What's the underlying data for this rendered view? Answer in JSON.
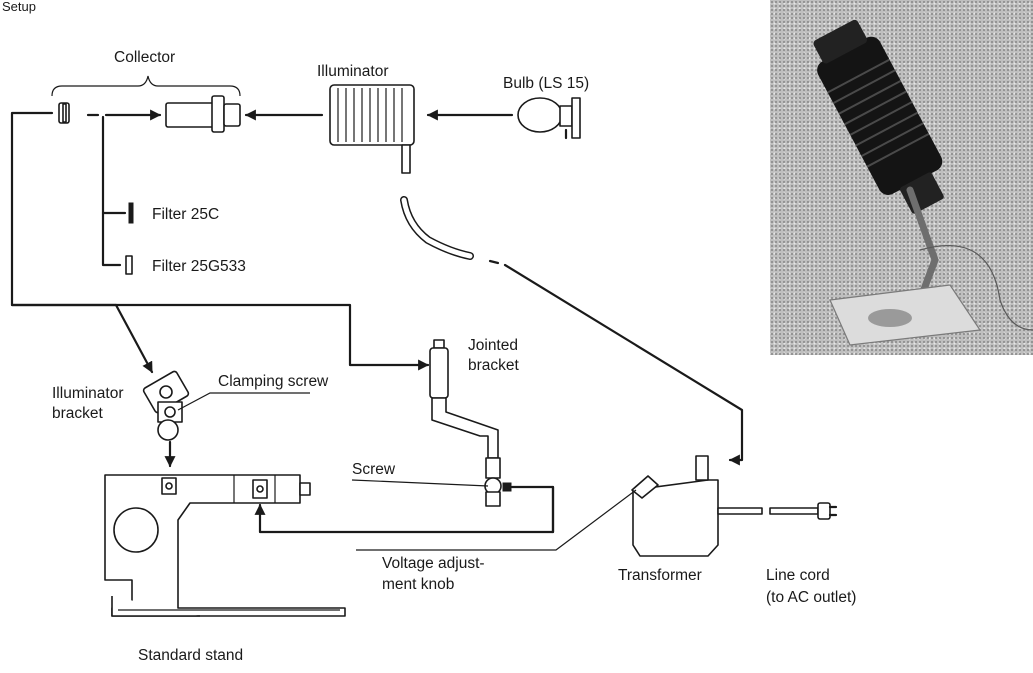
{
  "heading": "Setup",
  "labels": {
    "collector": "Collector",
    "illuminator": "Illuminator",
    "bulb": "Bulb (LS 15)",
    "filter_25c": "Filter 25C",
    "filter_25g533": "Filter 25G533",
    "illuminator_bracket_1": "Illuminator",
    "illuminator_bracket_2": "bracket",
    "clamping_screw": "Clamping screw",
    "jointed_bracket_1": "Jointed",
    "jointed_bracket_2": "bracket",
    "screw": "Screw",
    "voltage_knob_1": "Voltage adjust-",
    "voltage_knob_2": "ment knob",
    "transformer": "Transformer",
    "line_cord_1": "Line cord",
    "line_cord_2": "(to AC outlet)",
    "standard_stand": "Standard stand"
  },
  "photo": {
    "subject": "lamp-assembly-photo"
  }
}
